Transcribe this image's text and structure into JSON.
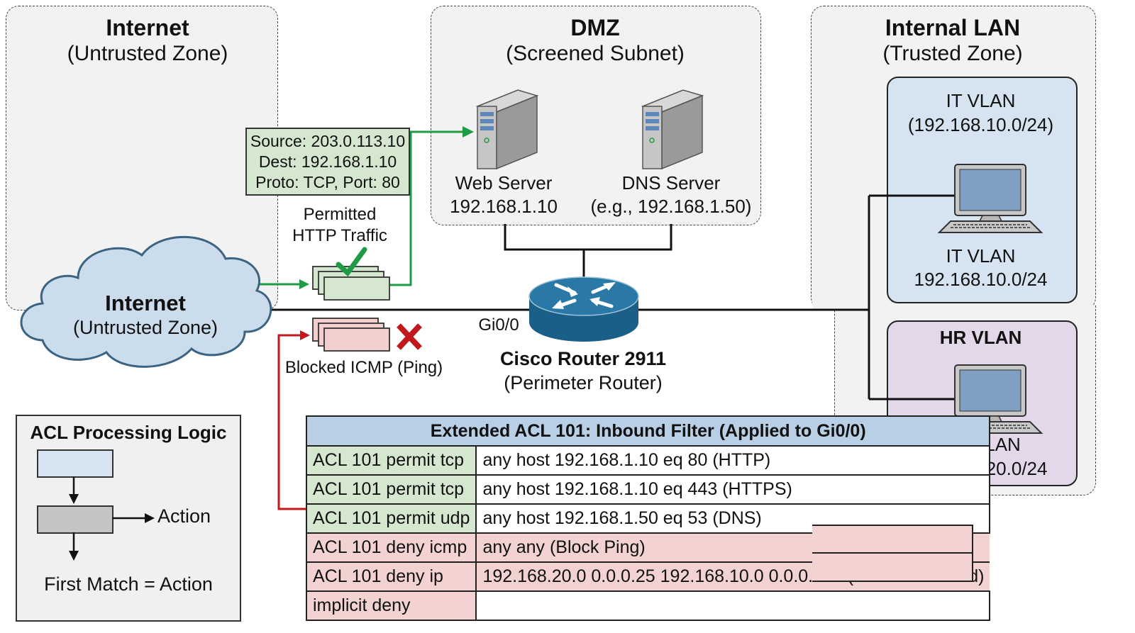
{
  "zones": {
    "internet": {
      "title": "Internet",
      "subtitle": "(Untrusted Zone)"
    },
    "dmz": {
      "title": "DMZ",
      "subtitle": "(Screened Subnet)"
    },
    "lan": {
      "title": "Internal LAN",
      "subtitle": "(Trusted Zone)"
    }
  },
  "cloud": {
    "title": "Internet",
    "subtitle": "(Untrusted Zone)"
  },
  "dmz_servers": [
    {
      "name": "Web Server",
      "ip": "192.168.1.10",
      "icon": "server-icon"
    },
    {
      "name": "DNS Server",
      "ip": "(e.g., 192.168.1.50)",
      "icon": "server-icon"
    }
  ],
  "vlans": {
    "it": {
      "header_line1": "IT VLAN",
      "header_line2": "(192.168.10.0/24)",
      "label": "IT VLAN",
      "subnet": "192.168.10.0/24",
      "color": "#d6e3f0"
    },
    "hr": {
      "header": "HR VLAN",
      "label": "HR VLAN",
      "subnet": "192.168.20.0/24",
      "color": "#e3d8ea"
    }
  },
  "packet_info": {
    "source": "Source: 203.0.113.10",
    "dest": "Dest: 192.168.1.10",
    "proto": "Proto: TCP, Port: 80"
  },
  "flows": {
    "permitted_line1": "Permitted",
    "permitted_line2": "HTTP Traffic",
    "blocked": "Blocked ICMP (Ping)",
    "permit_color": "#1f9a45",
    "block_color": "#c0181c"
  },
  "router": {
    "interface": "Gi0/0",
    "name": "Cisco Router 2911",
    "role": "(Perimeter Router)",
    "color": "#1f6b96"
  },
  "legend": {
    "title": "ACL Processing Logic",
    "action": "Action",
    "footer": "First Match = Action"
  },
  "acl_table": {
    "title": "Extended ACL 101: Inbound Filter (Applied to Gi0/0)",
    "rows": [
      {
        "rule": "ACL 101 permit tcp",
        "detail": "any host 192.168.1.10 eq 80 (HTTP)",
        "type": "permit"
      },
      {
        "rule": "ACL 101 permit tcp",
        "detail": "any host 192.168.1.10 eq 443 (HTTPS)",
        "type": "permit"
      },
      {
        "rule": "ACL 101 permit udp",
        "detail": "any host 192.168.1.50 eq 53 (DNS)",
        "type": "permit"
      },
      {
        "rule": "ACL 101 deny icmp",
        "detail": "any any (Block Ping)",
        "type": "deny"
      },
      {
        "rule": "ACL 101 deny ip",
        "detail": "192.168.20.0 0.0.0.25 192.168.10.0 0.0.0.255 (HR→IT blocked)",
        "type": "deny"
      },
      {
        "rule": "implicit deny",
        "detail": "",
        "type": "deny"
      }
    ]
  }
}
